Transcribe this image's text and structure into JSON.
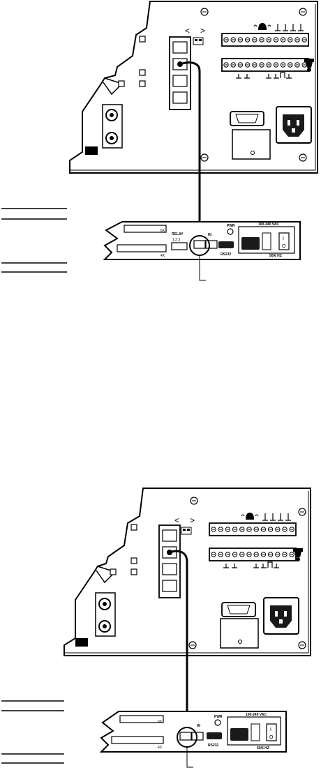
{
  "diagrams": [
    {
      "main_unit": {
        "name": "rear-panel-unit-top"
      },
      "device": {
        "relay_label": "RELAY",
        "relay_numbers": "1  2  3",
        "in_label": "IN",
        "pwr_label": "PWR",
        "rs232_label": "RS232",
        "voltage_label": "100-240 VAC",
        "freq_label": "50/6  HZ",
        "bank_a": "6X",
        "bank_b": "4X",
        "switch_on": "I",
        "switch_off": "O"
      }
    },
    {
      "main_unit": {
        "name": "rear-panel-unit-bottom"
      },
      "device": {
        "relay_label": "",
        "relay_numbers": "",
        "in_label": "IN",
        "pwr_label": "PWR",
        "rs232_label": "RS232",
        "voltage_label": "100-240 VAC",
        "freq_label": "50/6  HZ",
        "bank_a": "6X",
        "bank_b": "4X",
        "switch_on": "I",
        "switch_off": "O"
      }
    }
  ],
  "colors": {
    "line": "#000000",
    "panel_fill": "#ffffff",
    "screw_fill": "#ffffff",
    "socket_fill": "#e8e8e8",
    "dark_fill": "#1a1a1a"
  }
}
